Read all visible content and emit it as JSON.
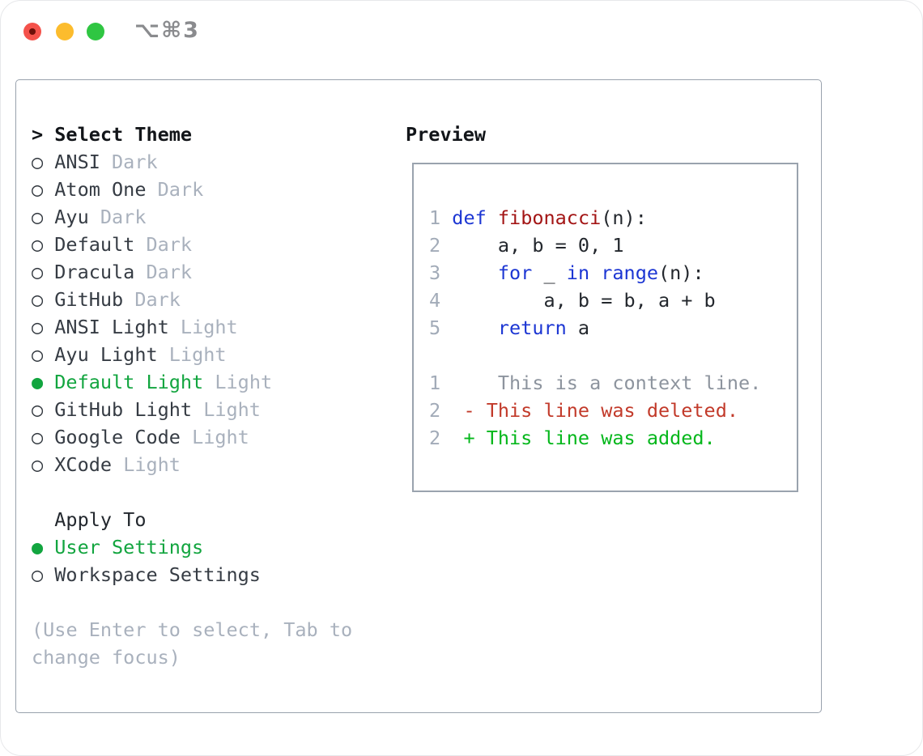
{
  "titlebar": {
    "title": "⌥⌘3"
  },
  "sidebar": {
    "header": {
      "marker": ">",
      "label": "Select Theme"
    },
    "items": [
      {
        "name": "ANSI",
        "variant": "Dark",
        "selected": false
      },
      {
        "name": "Atom One",
        "variant": "Dark",
        "selected": false
      },
      {
        "name": "Ayu",
        "variant": "Dark",
        "selected": false
      },
      {
        "name": "Default",
        "variant": "Dark",
        "selected": false
      },
      {
        "name": "Dracula",
        "variant": "Dark",
        "selected": false
      },
      {
        "name": "GitHub",
        "variant": "Dark",
        "selected": false
      },
      {
        "name": "ANSI Light",
        "variant": "Light",
        "selected": false
      },
      {
        "name": "Ayu Light",
        "variant": "Light",
        "selected": false
      },
      {
        "name": "Default Light",
        "variant": "Light",
        "selected": true
      },
      {
        "name": "GitHub Light",
        "variant": "Light",
        "selected": false
      },
      {
        "name": "Google Code",
        "variant": "Light",
        "selected": false
      },
      {
        "name": "XCode",
        "variant": "Light",
        "selected": false
      }
    ],
    "markers": {
      "unselected": "○",
      "selected": "●"
    },
    "apply_to": {
      "header": "Apply To",
      "options": [
        {
          "label": "User Settings",
          "selected": true
        },
        {
          "label": "Workspace Settings",
          "selected": false
        }
      ]
    },
    "hint_lines": [
      "(Use Enter to select, Tab to",
      "change focus)"
    ]
  },
  "preview": {
    "title": "Preview",
    "lines": [
      {
        "tokens": [
          {
            "c": "lnum",
            "t": "1 "
          },
          {
            "c": "kw",
            "t": "def"
          },
          {
            "c": "code",
            "t": " "
          },
          {
            "c": "fn",
            "t": "fibonacci"
          },
          {
            "c": "code",
            "t": "(n):"
          }
        ]
      },
      {
        "tokens": [
          {
            "c": "lnum",
            "t": "2 "
          },
          {
            "c": "code",
            "t": "    a, b = 0, 1"
          }
        ]
      },
      {
        "tokens": [
          {
            "c": "lnum",
            "t": "3 "
          },
          {
            "c": "code",
            "t": "    "
          },
          {
            "c": "kw",
            "t": "for"
          },
          {
            "c": "code",
            "t": " _ "
          },
          {
            "c": "kw",
            "t": "in"
          },
          {
            "c": "code",
            "t": " "
          },
          {
            "c": "kw",
            "t": "range"
          },
          {
            "c": "code",
            "t": "(n):"
          }
        ]
      },
      {
        "tokens": [
          {
            "c": "lnum",
            "t": "4 "
          },
          {
            "c": "code",
            "t": "        a, b = b, a + b"
          }
        ]
      },
      {
        "tokens": [
          {
            "c": "lnum",
            "t": "5 "
          },
          {
            "c": "code",
            "t": "    "
          },
          {
            "c": "kw",
            "t": "return"
          },
          {
            "c": "code",
            "t": " a"
          }
        ]
      },
      {
        "tokens": []
      },
      {
        "tokens": [
          {
            "c": "lnum",
            "t": "1 "
          },
          {
            "c": "ctx",
            "t": "    This is a context line."
          }
        ]
      },
      {
        "tokens": [
          {
            "c": "lnum",
            "t": "2 "
          },
          {
            "c": "del",
            "t": " - This line was deleted."
          }
        ]
      },
      {
        "tokens": [
          {
            "c": "lnum",
            "t": "2 "
          },
          {
            "c": "add",
            "t": " + This line was added."
          }
        ]
      }
    ]
  },
  "colors": {
    "selection_green": "#12a53f",
    "diff_added_green": "#04b71b",
    "diff_deleted_red": "#c23a2a",
    "keyword_blue": "#1c36d3",
    "function_red": "#a31515",
    "muted_gray": "#a9b1bd",
    "panel_border": "#99a2ad",
    "traffic_red": "#f4524b",
    "traffic_yellow": "#fcbc2d",
    "traffic_green": "#2fc642"
  }
}
